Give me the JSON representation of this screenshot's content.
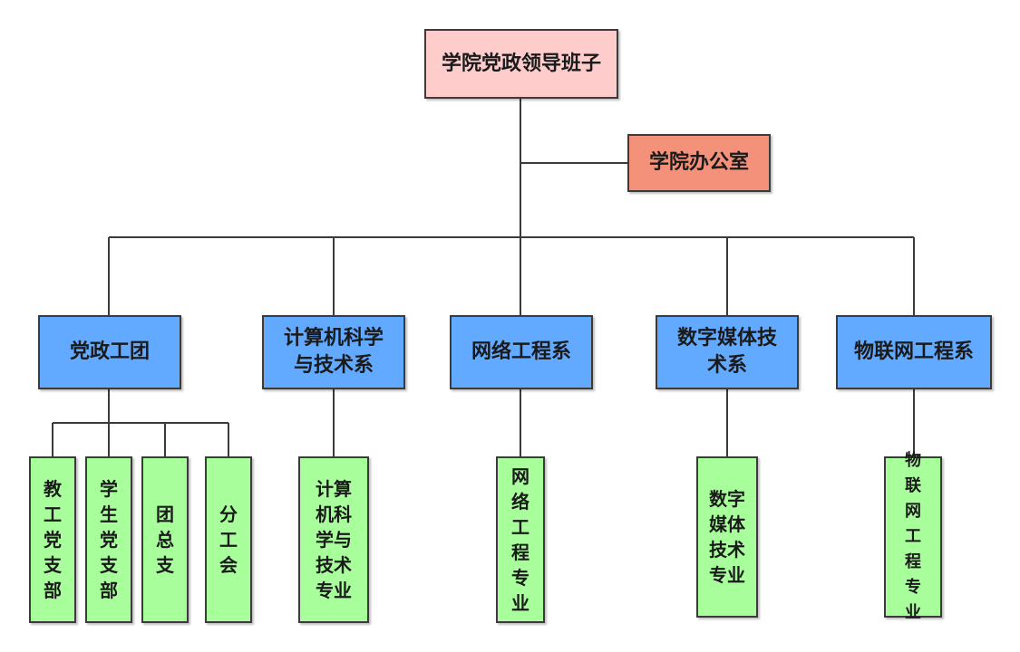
{
  "root": "学院党政领导班子",
  "office": "学院办公室",
  "departments": [
    "党政工团",
    "计算机科学与技术系",
    "网络工程系",
    "数字媒体技术系",
    "物联网工程系"
  ],
  "party_units": [
    "教工党支部",
    "学生党支部",
    "团总支",
    "分工会"
  ],
  "majors": [
    "计算机科学与技术专业",
    "网络工程专业",
    "数字媒体技术专业",
    "物联网工程专业"
  ],
  "colors": {
    "root": "#ffcccc",
    "office": "#f4917a",
    "department": "#62aaff",
    "unit": "#a9fe9c",
    "line": "#3b3b3b"
  }
}
